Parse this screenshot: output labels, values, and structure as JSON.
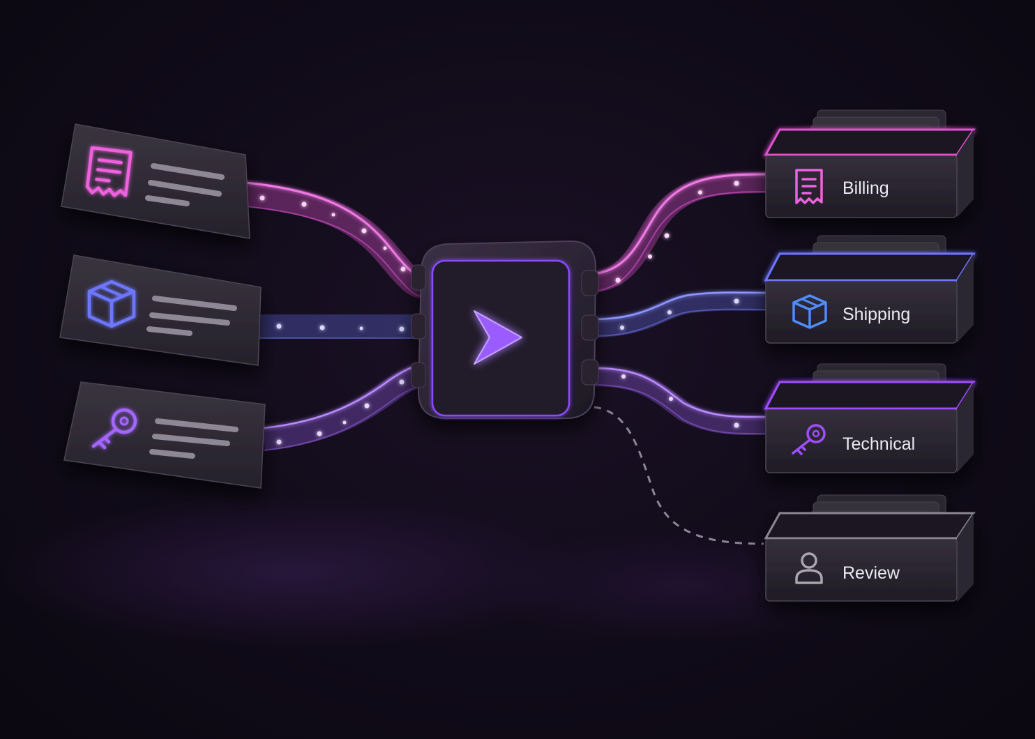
{
  "diagram": {
    "router_icon": "play-triangle-icon",
    "inputs": [
      {
        "icon": "receipt-icon",
        "color": "#e052cf"
      },
      {
        "icon": "package-icon",
        "color": "#6d76ff"
      },
      {
        "icon": "key-icon",
        "color": "#a466ff"
      }
    ],
    "bins": [
      {
        "label": "Billing",
        "icon": "receipt-icon",
        "color": "#e052cf"
      },
      {
        "label": "Shipping",
        "icon": "package-icon",
        "color": "#4f8cff"
      },
      {
        "label": "Technical",
        "icon": "key-icon",
        "color": "#a04dff"
      },
      {
        "label": "Review",
        "icon": "person-icon",
        "color": "#8a8794"
      }
    ],
    "colors": {
      "pink": "#e052cf",
      "blue": "#6d76ff",
      "violet": "#a466ff",
      "gray": "#8a8794",
      "background": "#120c1b"
    }
  }
}
